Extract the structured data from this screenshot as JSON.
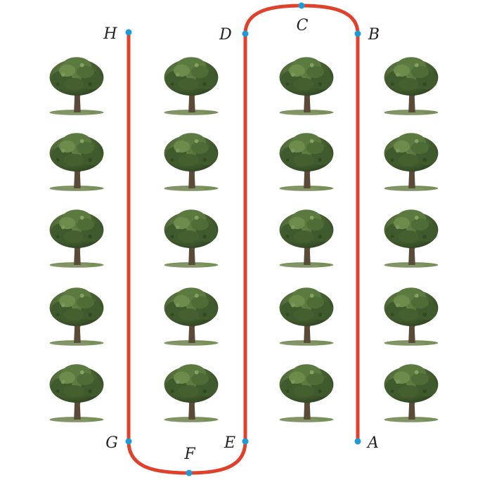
{
  "diagram": {
    "path_color": "#e0412b",
    "point_color": "#1e9ad6",
    "tree_grid": {
      "rows": 5,
      "columns": 4
    },
    "points": [
      {
        "id": "A",
        "label": "A"
      },
      {
        "id": "B",
        "label": "B"
      },
      {
        "id": "C",
        "label": "C"
      },
      {
        "id": "D",
        "label": "D"
      },
      {
        "id": "E",
        "label": "E"
      },
      {
        "id": "F",
        "label": "F"
      },
      {
        "id": "G",
        "label": "G"
      },
      {
        "id": "H",
        "label": "H"
      }
    ],
    "route_order": [
      "A",
      "B",
      "C",
      "D",
      "E",
      "F",
      "G",
      "H"
    ]
  }
}
